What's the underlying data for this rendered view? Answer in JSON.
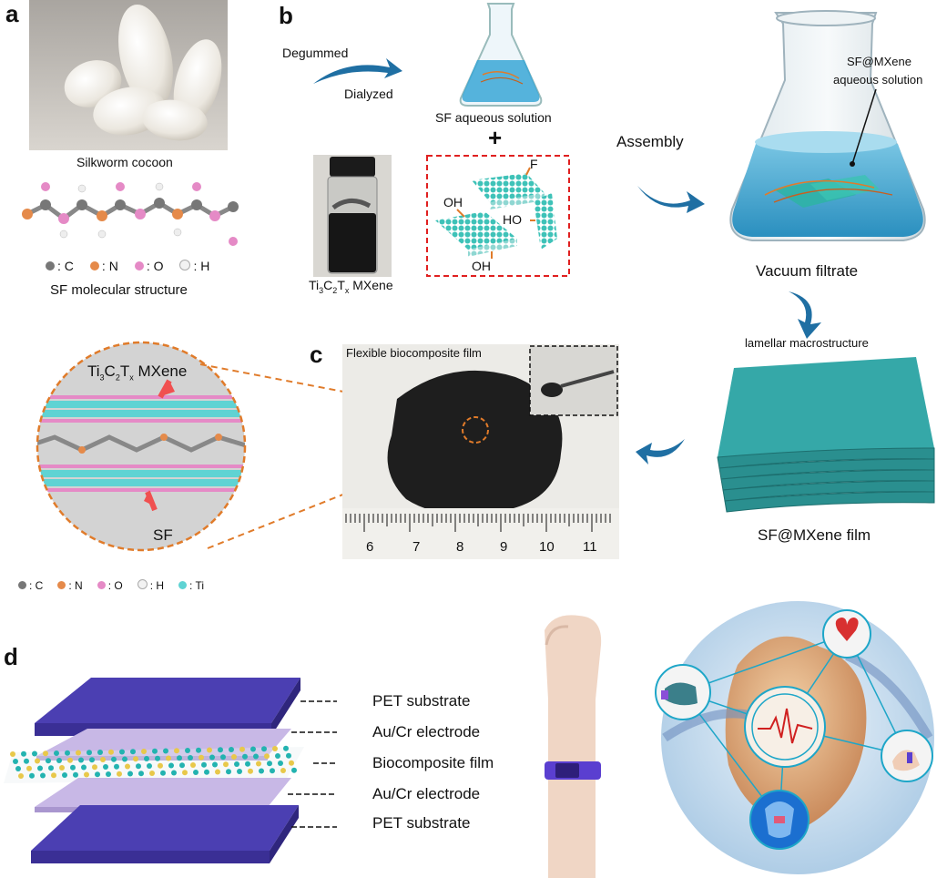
{
  "panels": {
    "a": {
      "letter": "a",
      "cocoon_caption": "Silkworm cocoon",
      "molecule_caption": "SF molecular structure",
      "legend": [
        {
          "sym": "C",
          "color": "#777777"
        },
        {
          "sym": "N",
          "color": "#e58a4a"
        },
        {
          "sym": "O",
          "color": "#e58ac6"
        },
        {
          "sym": "H",
          "color": "#f2f2f2"
        }
      ]
    },
    "b": {
      "letter": "b",
      "degummed": "Degummed",
      "dialyzed": "Dialyzed",
      "sf_solution": "SF aqueous solution",
      "plus": "+",
      "mxene_label_parts": [
        "Ti",
        "3",
        "C",
        "2",
        "T",
        "x",
        " MXene"
      ],
      "f_label": "F",
      "oh_top": "OH",
      "ho_label": "HO",
      "oh_bottom": "OH",
      "assembly": "Assembly",
      "flask_label_1": "SF@MXene",
      "flask_label_2": "aqueous solution",
      "vacuum": "Vacuum filtrate",
      "lamellar": "lamellar macrostructure",
      "film": "SF@MXene film"
    },
    "c": {
      "letter": "c",
      "photo_caption": "Flexible biocomposite film",
      "mxene_parts": [
        "Ti",
        "3",
        "C",
        "2",
        "T",
        "x",
        " MXene"
      ],
      "sf": "SF",
      "ruler_ticks": [
        "6",
        "7",
        "8",
        "9",
        "10",
        "11"
      ],
      "legend": [
        {
          "sym": "C",
          "color": "#777777"
        },
        {
          "sym": "N",
          "color": "#e58a4a"
        },
        {
          "sym": "O",
          "color": "#e58ac6"
        },
        {
          "sym": "H",
          "color": "#f2f2f2"
        },
        {
          "sym": "Ti",
          "color": "#5fd3d3"
        }
      ]
    },
    "d": {
      "letter": "d",
      "layers": [
        "PET substrate",
        "Au/Cr electrode",
        "Biocomposite film",
        "Au/Cr electrode",
        "PET substrate"
      ]
    }
  },
  "colors": {
    "accent_blue": "#1f6fa3",
    "teal": "#2fa6a6",
    "orange": "#e07b2a",
    "red_dash": "#e02020",
    "pet": "#4b3fb2",
    "electrode": "#c8b8e6"
  }
}
